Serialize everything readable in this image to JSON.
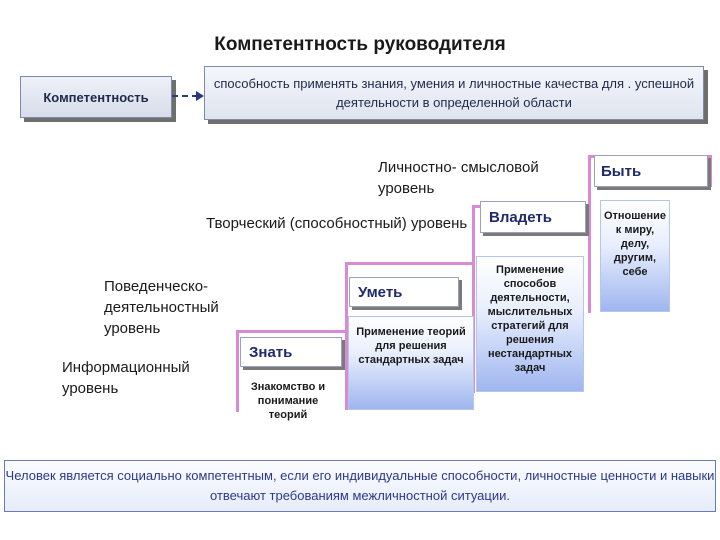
{
  "title": "Компетентность руководителя",
  "term": "Компетентность",
  "definition": "способность применять знания, умения и личностные качества для . успешной деятельности в определенной области",
  "levels": {
    "personal": "Личностно- смысловой уровень",
    "creative": "Творческий (способностный) уровень",
    "behavioral": "Поведенческо-деятельностный уровень",
    "informational": "Информационный уровень"
  },
  "steps": {
    "know": "Знать",
    "can": "Уметь",
    "own": "Владеть",
    "be": "Быть"
  },
  "descriptions": {
    "know": "Знакомство и понимание теорий",
    "can": "Применение теорий для решения стандартных задач",
    "own": "Применение способов деятельности, мыслительных стратегий для решения нестандартных задач",
    "be": "Отношение к миру, делу, другим, себе"
  },
  "footer": "Человек является социально компетентным, если его индивидуальные способности, личностные ценности и навыки отвечают требованиям межличностной ситуации.",
  "colors": {
    "accent_pink": "#d98ad6",
    "step_text": "#1f2a6a",
    "footer_text": "#2b3a8a"
  },
  "icons": {
    "arrow": "dashed-arrow-right"
  }
}
